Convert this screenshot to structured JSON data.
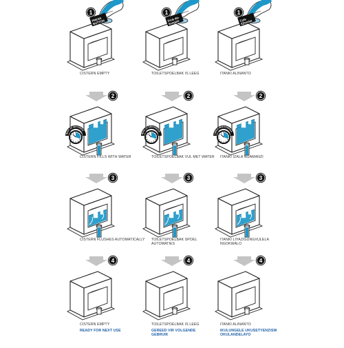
{
  "rows": [
    {
      "step": "1",
      "panels": [
        {
          "hand_label": [
            "PRESS",
            "BUTTON"
          ],
          "captions": [
            "CISTERN EMPTY"
          ]
        },
        {
          "hand_label": [
            "Druk die",
            "knoppie"
          ],
          "captions": [
            "TOILETSPOELBAK IS LEEG"
          ]
        },
        {
          "hand_label": [
            "Cofa",
            "iQhosha"
          ],
          "captions": [
            "ITANKI ALINANTO"
          ]
        }
      ]
    },
    {
      "step": "2",
      "panels": [
        {
          "dial_label": "WAIT 20 SECONDS",
          "captions": [
            "CISTERN FILLS WITH WATER"
          ]
        },
        {
          "dial_label": "WAG 20 SEKONDES",
          "captions": [
            "TOILETSPOELBAK VUL MET WATER"
          ]
        },
        {
          "dial_label": "LINDA IMIZUZWANA",
          "captions": [
            "ITANKI IZALA NGAMANZI"
          ]
        }
      ]
    },
    {
      "step": "3",
      "panels": [
        {
          "captions": [
            "CISTERN FLUSHES AUTOMATICALLY"
          ]
        },
        {
          "captions": [
            "TOILETSPOELBAK SPOEL",
            "AUTOMATIES"
          ]
        },
        {
          "captions": [
            "ITANKI LIYAZIGUNGXULELA",
            "NGOKWALO"
          ]
        }
      ]
    },
    {
      "step": "4",
      "panels": [
        {
          "captions": [
            "CISTERN EMPTY"
          ],
          "ready": [
            "READY FOR NEXT USE"
          ]
        },
        {
          "captions": [
            "TOILETSPOELBAK IS LEEG"
          ],
          "ready": [
            "GEREED VIR VOLGENDE",
            "GEBRUIK"
          ]
        },
        {
          "captions": [
            "ITANKI ALINANTO"
          ],
          "ready": [
            "IKULUNGELE UKUSETYENZISW",
            "OKULANDELAYO"
          ]
        }
      ]
    }
  ],
  "colors": {
    "line": "#222222",
    "water": "#1e98c8",
    "water_dark": "#0f6f9a",
    "arrow": "#c4c4c4",
    "badge": "#111111",
    "ready_text": "#1f5fa8"
  }
}
